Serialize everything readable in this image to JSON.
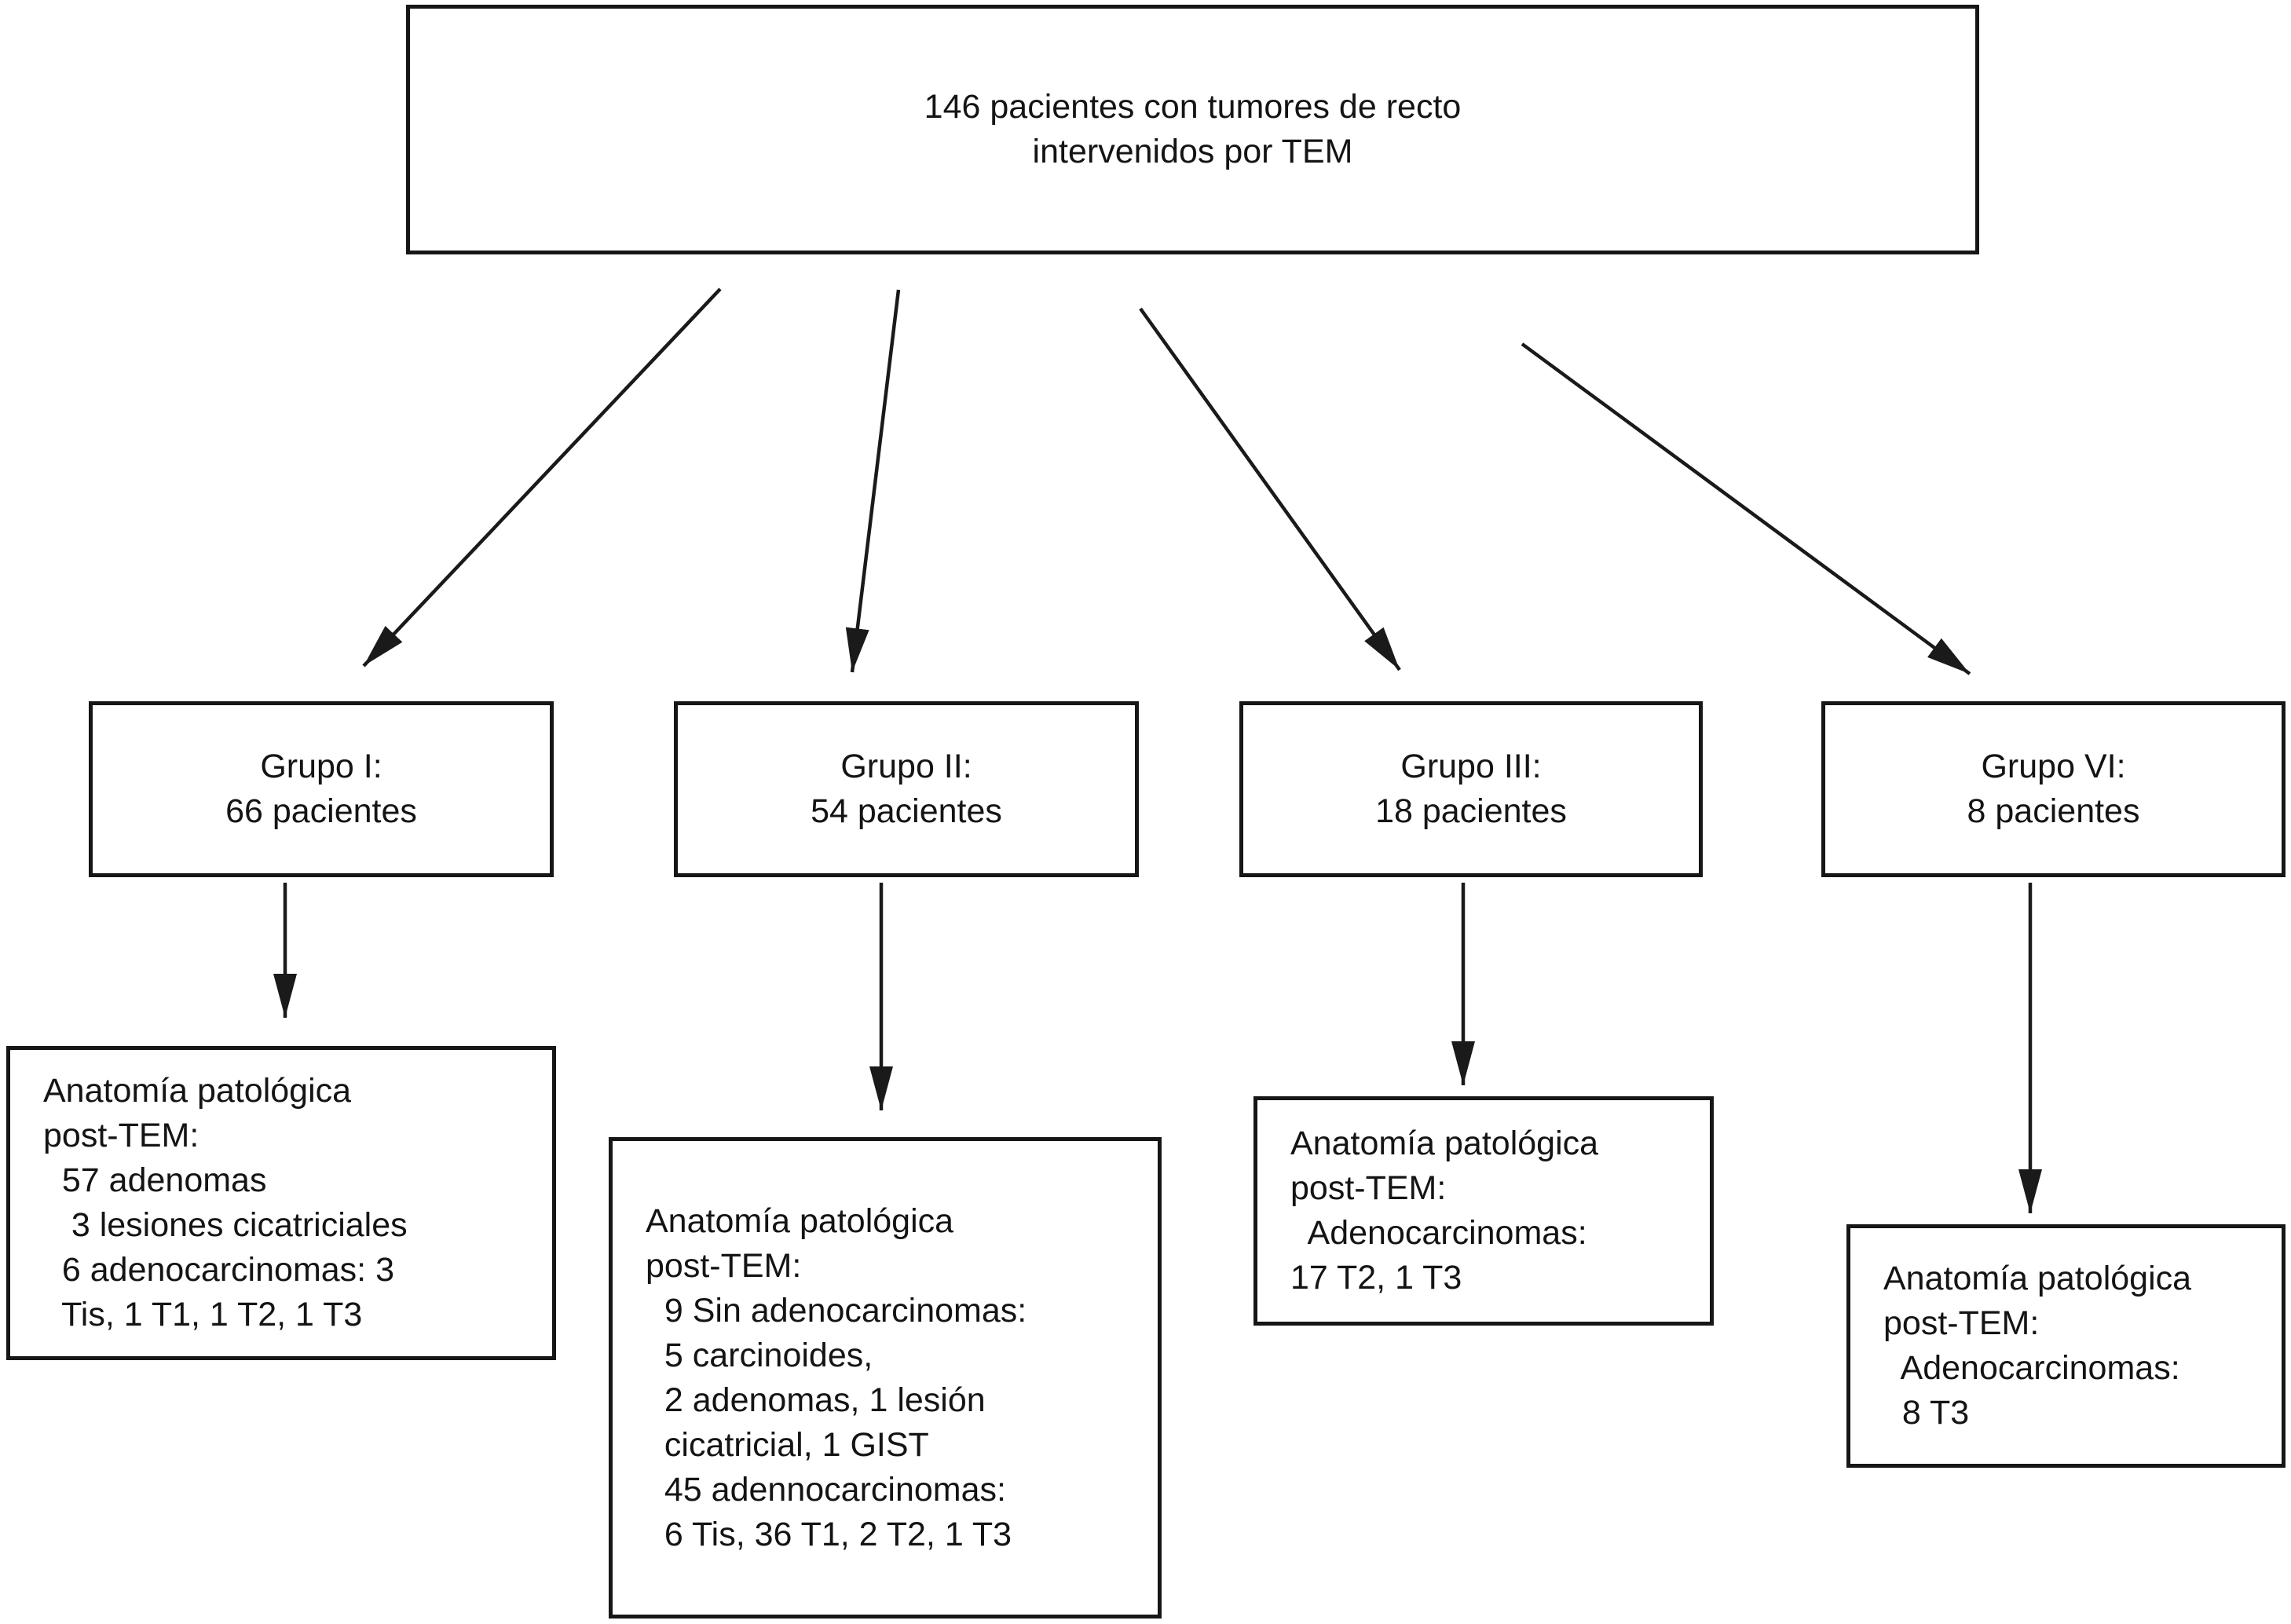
{
  "diagram": {
    "title_box": {
      "line1": "146 pacientes con tumores de recto",
      "line2": "intervenidos por TEM"
    },
    "groups": [
      {
        "title": "Grupo I:",
        "subtitle": "66 pacientes"
      },
      {
        "title": "Grupo II:",
        "subtitle": "54 pacientes"
      },
      {
        "title": "Grupo III:",
        "subtitle": "18 pacientes"
      },
      {
        "title": "Grupo VI:",
        "subtitle": "8 pacientes"
      }
    ],
    "pathology": [
      {
        "lines": [
          "Anatomía patológica",
          "post-TEM:",
          "  57 adenomas",
          "   3 lesiones cicatriciales",
          "  6 adenocarcinomas: 3",
          "  Tis, 1 T1, 1 T2, 1 T3"
        ]
      },
      {
        "lines": [
          "Anatomía patológica",
          "post-TEM:",
          "  9 Sin adenocarcinomas:",
          "  5 carcinoides,",
          "  2 adenomas, 1 lesión",
          "  cicatricial, 1 GIST",
          "  45 adennocarcinomas:",
          "  6 Tis, 36 T1, 2 T2, 1 T3"
        ]
      },
      {
        "lines": [
          "Anatomía patológica",
          "post-TEM:",
          "  Adenocarcinomas:",
          "17 T2, 1 T3"
        ]
      },
      {
        "lines": [
          "Anatomía patológica",
          "post-TEM:",
          "  Adenocarcinomas:",
          "  8 T3"
        ]
      }
    ],
    "colors": {
      "line": "#1a1a1a",
      "border": "#161616",
      "background": "#ffffff"
    }
  }
}
